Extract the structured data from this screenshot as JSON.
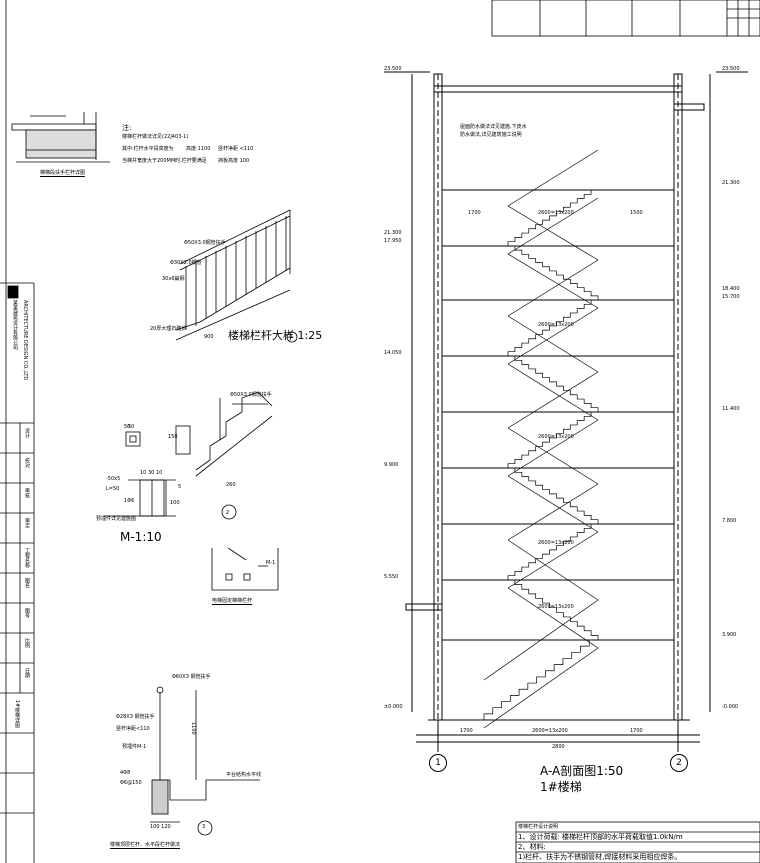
{
  "title_block": {
    "cells": [
      "",
      "",
      "",
      "",
      "",
      ""
    ],
    "left_strip_texts": [
      "某某建筑设计有限公司",
      "ARCHITECTURE DESIGN CO.,LTD",
      "设计",
      "校对",
      "审核",
      "审定",
      "工程名称",
      "图名",
      "图号",
      "比例",
      "日期",
      "1#楼梯详图"
    ]
  },
  "detail_guard": {
    "label": "梯梯段扶手栏杆详图",
    "note_header": "注:",
    "note_lines": [
      "楼梯栏杆做法详见(22J403-1)",
      "其中:栏杆水平段高度为",
      "当梯井宽度大于200MM时,栏杆要满足",
      "高度:1100",
      "竖杆净距 <110",
      "挡板高度 100"
    ],
    "note_values": [
      "1100",
      "<110",
      "100"
    ]
  },
  "detail_handrail": {
    "label": "楼梯栏杆大样 1:25",
    "bubble": "1",
    "callouts": [
      "Φ50X3.0钢管扶手",
      "Φ30X2.0钢管",
      "30x6扁钢",
      "20厚大理石踏步"
    ],
    "dim": "900"
  },
  "detail_two": {
    "bubble": "2",
    "callouts": [
      "Φ50X3.0钢管扶手",
      "260",
      "50",
      "150"
    ]
  },
  "detail_m1": {
    "label": "M-1:10",
    "dims": [
      "50",
      "-50x5",
      "L=50",
      "10 30 10",
      "1Φ6",
      "5",
      "100"
    ],
    "note": "预埋件详见建施图"
  },
  "detail_fixing": {
    "label": "电梯固定梯梯栏杆",
    "tag": "M-1"
  },
  "detail_three": {
    "bubble": "3",
    "label": "楼梯顶层栏杆、水平段栏杆做法",
    "callouts": [
      "Φ60X3 钢管扶手",
      "Φ28X3 钢管扶手",
      "竖杆净距<110",
      "预埋件M-1",
      "4Φ8",
      "Φ6@150"
    ],
    "dims": [
      "1100",
      "100 120",
      "平台结构水平线"
    ]
  },
  "section": {
    "title": "A-A剖面图1:50",
    "subtitle": "1#楼梯",
    "axis_left": "1",
    "axis_right": "2",
    "total_width": "2800",
    "bottom_dims": [
      "1700",
      "2600=13x200",
      "1700"
    ],
    "left_elev": [
      "23.500",
      "21.300",
      "17.950",
      "14.050",
      "9.900",
      "5.550",
      "±0.000"
    ],
    "right_elev": [
      "23.500",
      "21.300",
      "18.400",
      "15.700",
      "11.400",
      "7.800",
      "3.900",
      "-0.000"
    ],
    "run_labels": [
      "2600=13x200",
      "2600=13x200",
      "2600=13x200",
      "2600=13x200",
      "2600=13x200"
    ],
    "landing_dims": [
      "1700",
      "1500"
    ],
    "roof_note": [
      "屋面防水做法详见建施,下皮水",
      "防水做法,详见建筑施工说明"
    ]
  },
  "notes_box": {
    "header": "楼梯栏杆设计说明",
    "lines": [
      "1、设计荷载: 楼梯栏杆顶部的水平荷载取值1.0kN/m",
      "2、材料:",
      "1)栏杆、扶手为不锈钢管材,焊接材料采用相应焊条。"
    ]
  }
}
